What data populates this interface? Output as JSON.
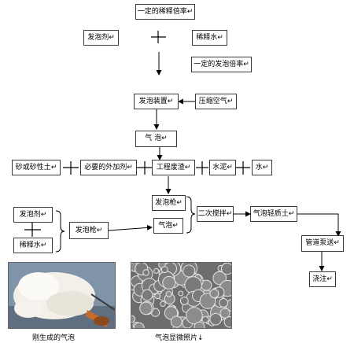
{
  "top": {
    "dilution_ratio": "一定的稀释倍率↵",
    "foaming_agent": "发泡剂↵",
    "dilution_water": "稀释水↵",
    "foaming_ratio": "一定的发泡倍率↵"
  },
  "middle": {
    "foam_device": "发泡装置↵",
    "compressed_air": "压缩空气↵",
    "bubbles": "气  泡↵"
  },
  "materials": {
    "soil": "砂或砂性土↵",
    "admixture": "必要的外加剂↵",
    "waste_soil": "工程废渣↵",
    "cement": "水泥↵",
    "water": "水↵"
  },
  "process": {
    "foam_gun_upper": "发泡枪↵",
    "bubbles_small": "气泡↵",
    "foaming_agent_left": "发泡剂↵",
    "dilution_water_left": "稀释水↵",
    "foam_gun_left": "发泡枪↵",
    "secondary_mixing": "二次搅拌↵",
    "foam_light_soil": "气泡轻质土↵",
    "pipeline_pumping": "管道泵送↵",
    "pouring": "浇注↵"
  },
  "photos": {
    "fresh_foam_caption": "刚生成的气泡",
    "micro_caption": "气泡显微照片↓"
  }
}
